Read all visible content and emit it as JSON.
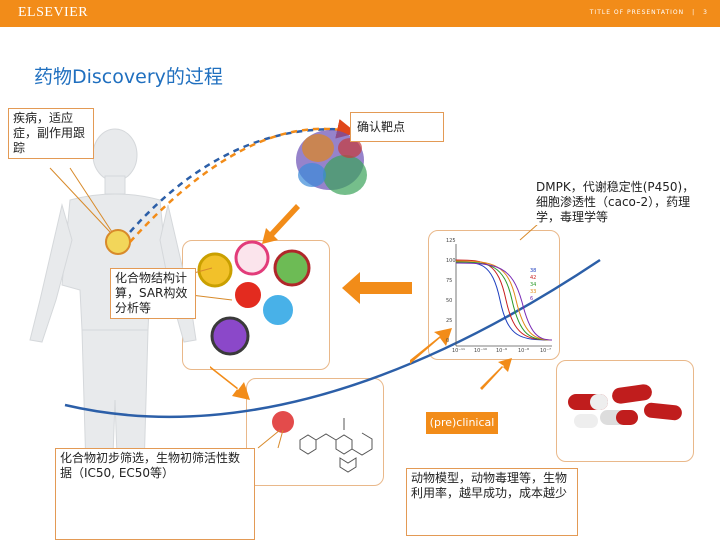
{
  "header": {
    "logo": "ELSEVIER",
    "presentation_title": "TITLE OF PRESENTATION",
    "separator": "|",
    "page_number": "3"
  },
  "slide": {
    "title": "药物Discovery的过程"
  },
  "labels": {
    "disease": "疾病，适应症，副作用跟踪",
    "target": "确认靶点",
    "dmpk": "DMPK，代谢稳定性(P450)，细胞渗透性（caco-2），药理学，毒理学等",
    "sar": "化合物结构计算，SAR构效分析等",
    "screening": "化合物初步筛选，生物初筛活性数据（IC50, EC50等）",
    "animal": "动物模型，动物毒理等，生物利用率，越早成功，成本越少",
    "preclinical": "(pre)clinical"
  },
  "chart_labels": {
    "y_ticks": [
      "125",
      "100",
      "75",
      "50",
      "25",
      "0"
    ],
    "x_ticks": [
      "10⁻¹¹",
      "10⁻¹⁰",
      "10⁻⁹",
      "10⁻⁸",
      "10⁻⁷"
    ],
    "legend": [
      "38",
      "42",
      "34",
      "33",
      "6"
    ]
  },
  "colors": {
    "accent": "#f28c19",
    "title_blue": "#1f6fbf"
  }
}
